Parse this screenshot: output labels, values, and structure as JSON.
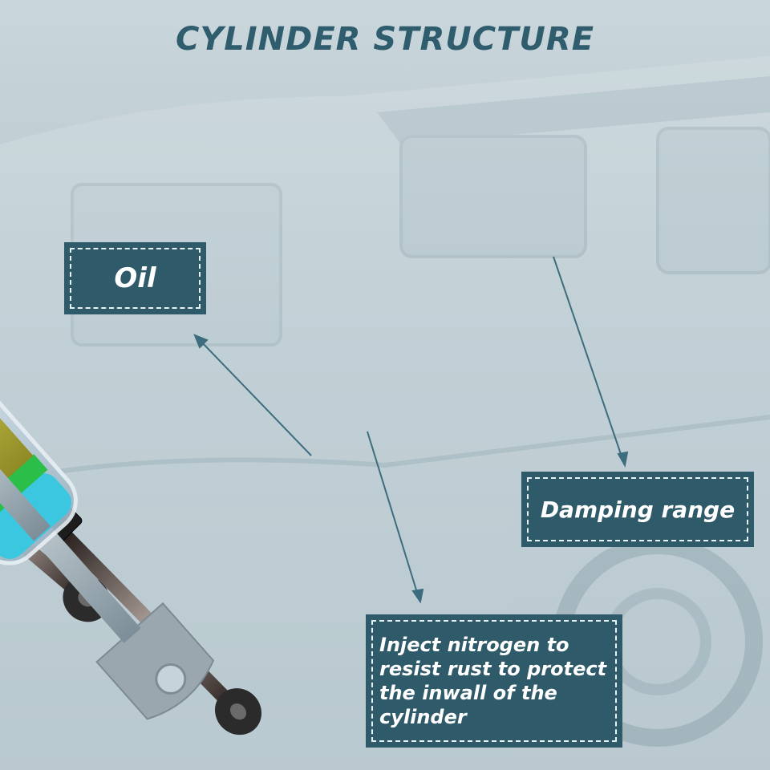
{
  "title": "CYLINDER STRUCTURE",
  "labels": {
    "oil": "Oil",
    "damping": "Damping range",
    "nitrogen": "Inject nitrogen to resist rust to protect the inwall of the cylinder"
  },
  "colors": {
    "title": "#2f5d6e",
    "label_bg": "#2f5a69",
    "label_text": "#ffffff",
    "strut_body": "#141414",
    "cutaway_fill": "#b9ccd8",
    "oil_yellow": "#c8c24a",
    "seal_green": "#2bbf4a",
    "nitrogen_cyan": "#3bc7e0"
  }
}
